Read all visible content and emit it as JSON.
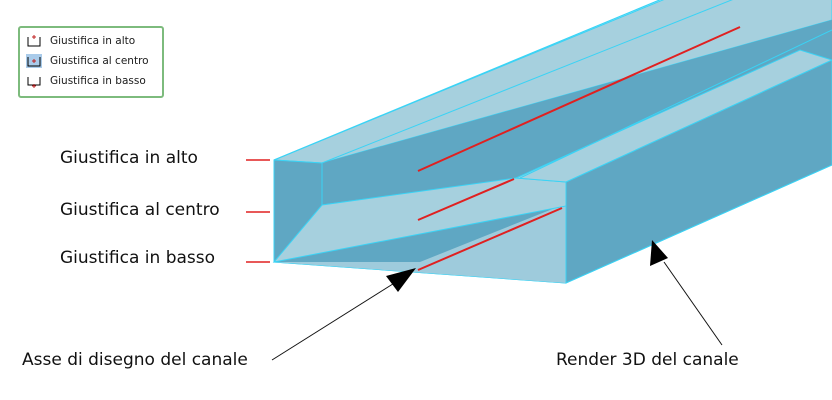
{
  "menu": {
    "items": [
      {
        "label": "Giustifica in alto",
        "icon": "justify-top-icon"
      },
      {
        "label": "Giustifica al centro",
        "icon": "justify-center-icon",
        "selected": true
      },
      {
        "label": "Giustifica in basso",
        "icon": "justify-bottom-icon"
      }
    ]
  },
  "labels": {
    "top": "Giustifica in alto",
    "center": "Giustifica al centro",
    "bottom": "Giustifica in basso",
    "axis": "Asse di disegno del canale",
    "render": "Render 3D del canale"
  },
  "colors": {
    "channel_side": "#5fa7c3",
    "channel_top": "#a6d0de",
    "channel_floor": "#9ecbdc",
    "channel_edge": "#3ad3f5",
    "axis_line": "#e02020",
    "tick_line": "#e02020",
    "menu_border": "#7dbb7d",
    "menu_selected": "#a9cbea"
  }
}
